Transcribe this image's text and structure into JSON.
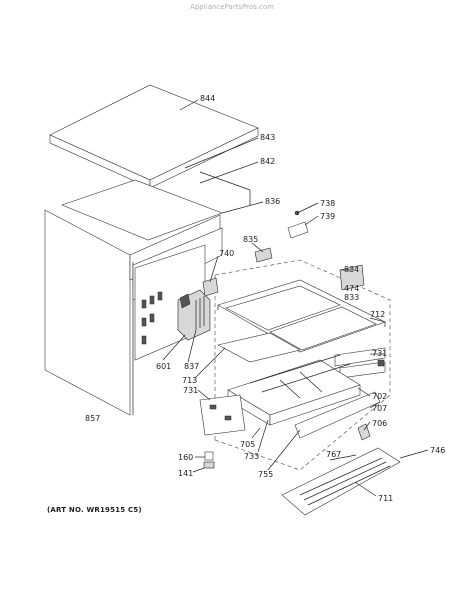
{
  "header": {
    "watermark": "AppliancePartsPros.com"
  },
  "footer": {
    "art_number": "(ART NO. WR19515 C5)"
  },
  "callouts": [
    {
      "id": "844",
      "text": "844"
    },
    {
      "id": "843",
      "text": "843"
    },
    {
      "id": "842",
      "text": "842"
    },
    {
      "id": "836",
      "text": "836"
    },
    {
      "id": "738",
      "text": "738"
    },
    {
      "id": "739",
      "text": "739"
    },
    {
      "id": "835",
      "text": "835"
    },
    {
      "id": "740",
      "text": "740"
    },
    {
      "id": "834",
      "text": "834"
    },
    {
      "id": "474",
      "text": "474"
    },
    {
      "id": "833",
      "text": "833"
    },
    {
      "id": "712",
      "text": "712"
    },
    {
      "id": "731a",
      "text": "731"
    },
    {
      "id": "601",
      "text": "601"
    },
    {
      "id": "837",
      "text": "837"
    },
    {
      "id": "713",
      "text": "713"
    },
    {
      "id": "731b",
      "text": "731"
    },
    {
      "id": "702",
      "text": "702"
    },
    {
      "id": "707",
      "text": "707"
    },
    {
      "id": "857",
      "text": "857"
    },
    {
      "id": "706",
      "text": "706"
    },
    {
      "id": "705",
      "text": "705"
    },
    {
      "id": "733",
      "text": "733"
    },
    {
      "id": "160",
      "text": "160"
    },
    {
      "id": "767",
      "text": "767"
    },
    {
      "id": "746",
      "text": "746"
    },
    {
      "id": "141",
      "text": "141"
    },
    {
      "id": "755",
      "text": "755"
    },
    {
      "id": "711",
      "text": "711"
    }
  ]
}
